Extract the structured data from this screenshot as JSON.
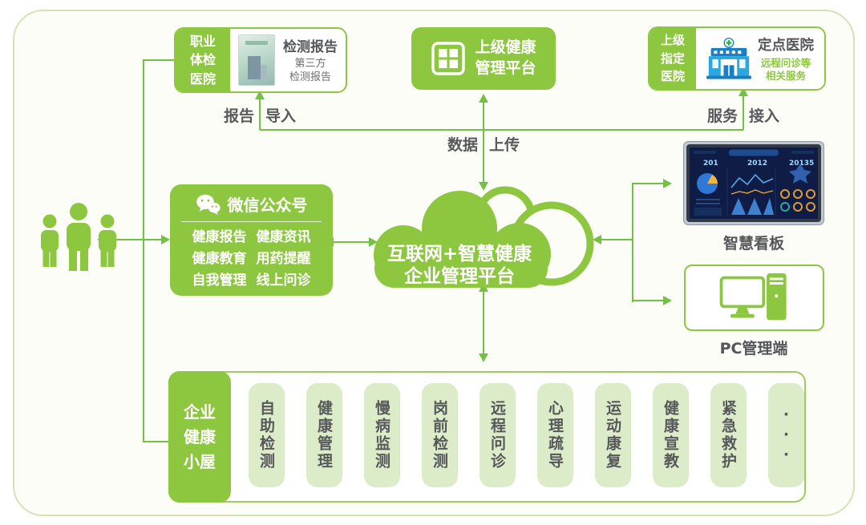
{
  "palette": {
    "primary_green": "#8dc63f",
    "line_green": "#74c044",
    "pill_green": "#dcebc8",
    "dark_text": "#58595b",
    "gray_text": "#6d6e71",
    "panel_border": "#d2e4b4",
    "dashboard_navy": "#0f1d46"
  },
  "icons": {
    "people": "people-group-icon",
    "wechat": "wechat-icon",
    "grid": "grid-window-icon",
    "hospital": "hospital-icon",
    "report": "report-cover-image",
    "dashboard": "dashboard-screen-image",
    "pc": "desktop-computer-icon"
  },
  "top_left_box": {
    "side_label": "职业\n体检\n医院",
    "report_title": "检测报告",
    "report_subtitle": "第三方\n检测报告"
  },
  "top_center_box": {
    "label": "上级健康\n管理平台"
  },
  "top_right_box": {
    "side_label": "上级\n指定\n医院",
    "title": "定点医院",
    "subtitle": "远程问诊等\n相关服务"
  },
  "connectors": {
    "report_import": [
      "报告",
      "导入"
    ],
    "data_upload": [
      "数据",
      "上传"
    ],
    "service_access": [
      "服务",
      "接入"
    ]
  },
  "wechat_box": {
    "title": "微信公众号",
    "rows": [
      [
        "健康报告",
        "健康资讯"
      ],
      [
        "健康教育",
        "用药提醒"
      ],
      [
        "自我管理",
        "线上问诊"
      ]
    ]
  },
  "cloud": {
    "line1": "互联网+智慧健康",
    "line2": "企业管理平台"
  },
  "smart_board": {
    "label": "智慧看板",
    "stats": [
      "201",
      "2012",
      "20135"
    ]
  },
  "pc_terminal": {
    "label": "PC管理端"
  },
  "health_hut": {
    "side_label": "企业\n健康\n小屋",
    "services": [
      "自助检测",
      "健康管理",
      "慢病监测",
      "岗前检测",
      "远程问诊",
      "心理疏导",
      "运动康复",
      "健康宣教",
      "紧急救护",
      "···"
    ]
  }
}
